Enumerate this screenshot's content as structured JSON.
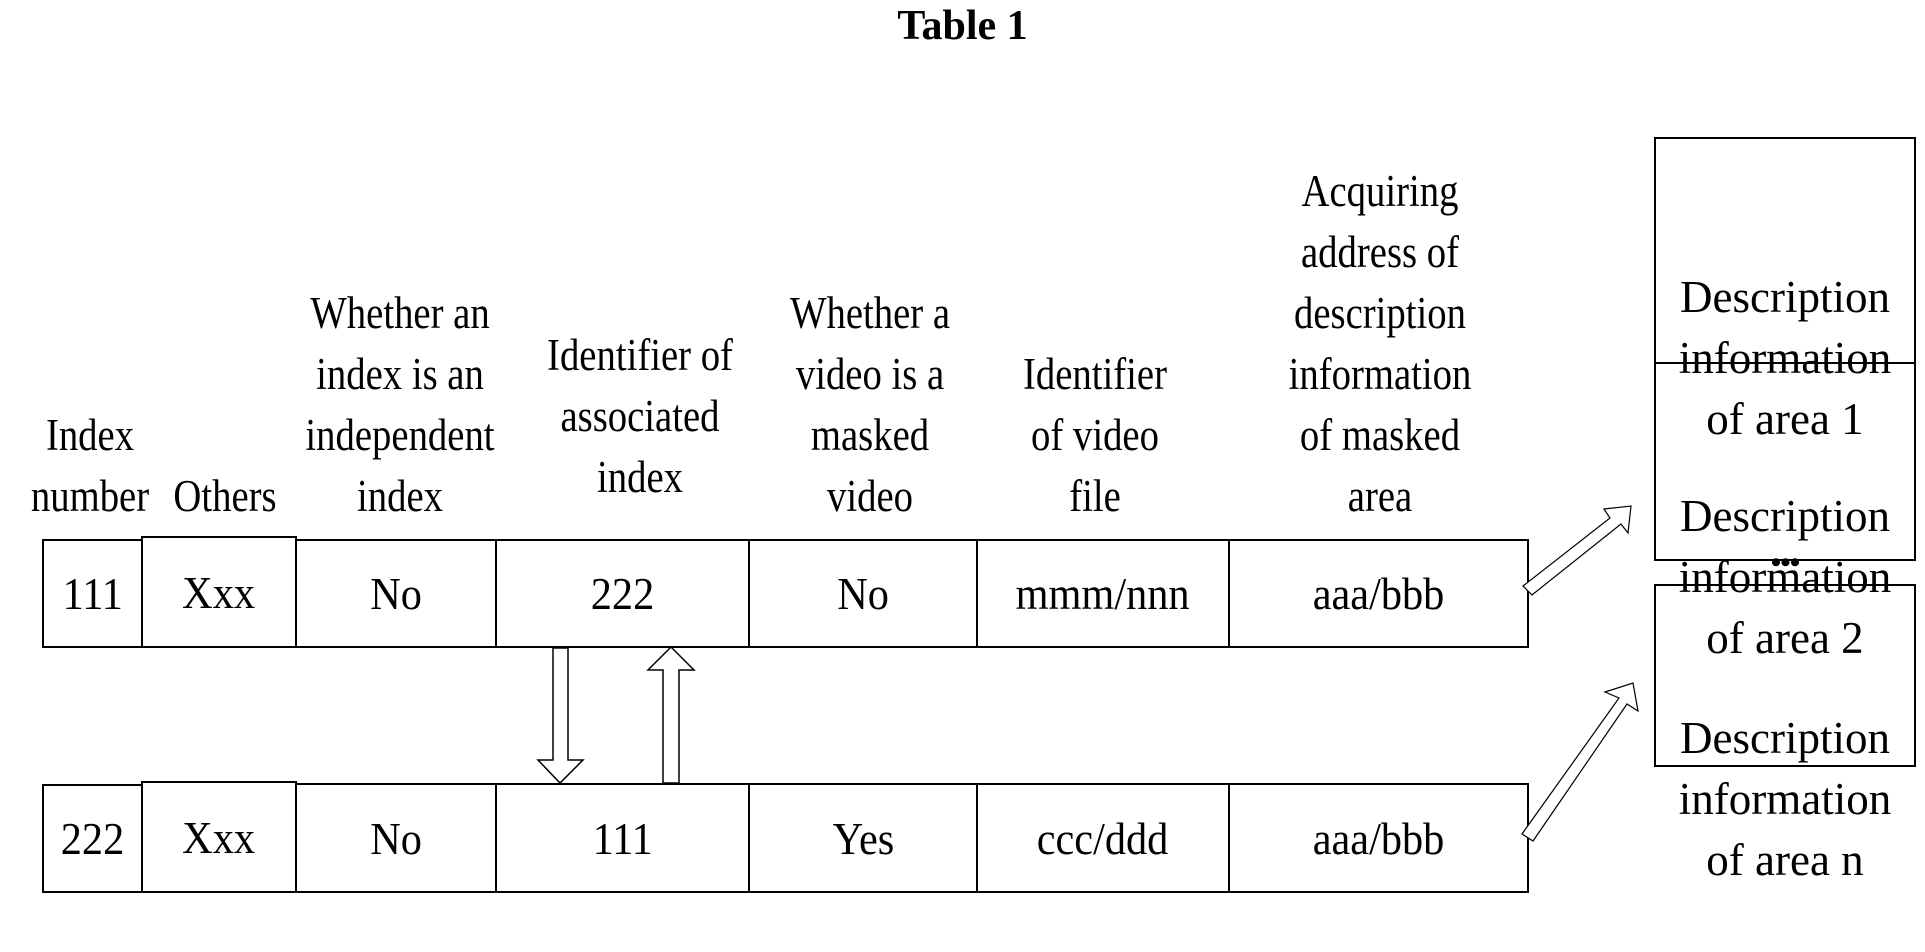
{
  "title": "Table 1",
  "columns": [
    {
      "key": "index_number",
      "header": "Index\nnumber"
    },
    {
      "key": "others",
      "header": "Others"
    },
    {
      "key": "independent",
      "header": "Whether an\nindex is an\nindependent\nindex"
    },
    {
      "key": "associated",
      "header": "Identifier of\nassociated\nindex"
    },
    {
      "key": "masked",
      "header": "Whether a\nvideo is a\nmasked\nvideo"
    },
    {
      "key": "video_file",
      "header": "Identifier\nof video\nfile"
    },
    {
      "key": "acquiring_address",
      "header": "Acquiring\naddress of\ndescription\ninformation\nof masked\narea"
    }
  ],
  "rows": [
    {
      "cells": [
        "111",
        "Xxx",
        "No",
        "222",
        "No",
        "mmm/nnn",
        "aaa/bbb"
      ]
    },
    {
      "cells": [
        "222",
        "Xxx",
        "No",
        "111",
        "Yes",
        "ccc/ddd",
        "aaa/bbb"
      ]
    }
  ],
  "description_boxes": [
    {
      "label": "Description\ninformation\nof area 1"
    },
    {
      "label": "Description\ninformation\nof area 2"
    },
    {
      "label": "Description\ninformation\nof area n"
    }
  ],
  "ellipsis": "•••",
  "arrows": [
    {
      "from": "row1.associated_index",
      "to": "row2.associated_index",
      "direction": "down"
    },
    {
      "from": "row2.associated_index",
      "to": "row1.associated_index",
      "direction": "up"
    },
    {
      "from": "row1.acquiring_address",
      "to": "description_boxes.area_1_2",
      "direction": "up-right"
    },
    {
      "from": "row2.acquiring_address",
      "to": "description_boxes.area_n",
      "direction": "up-right"
    }
  ]
}
